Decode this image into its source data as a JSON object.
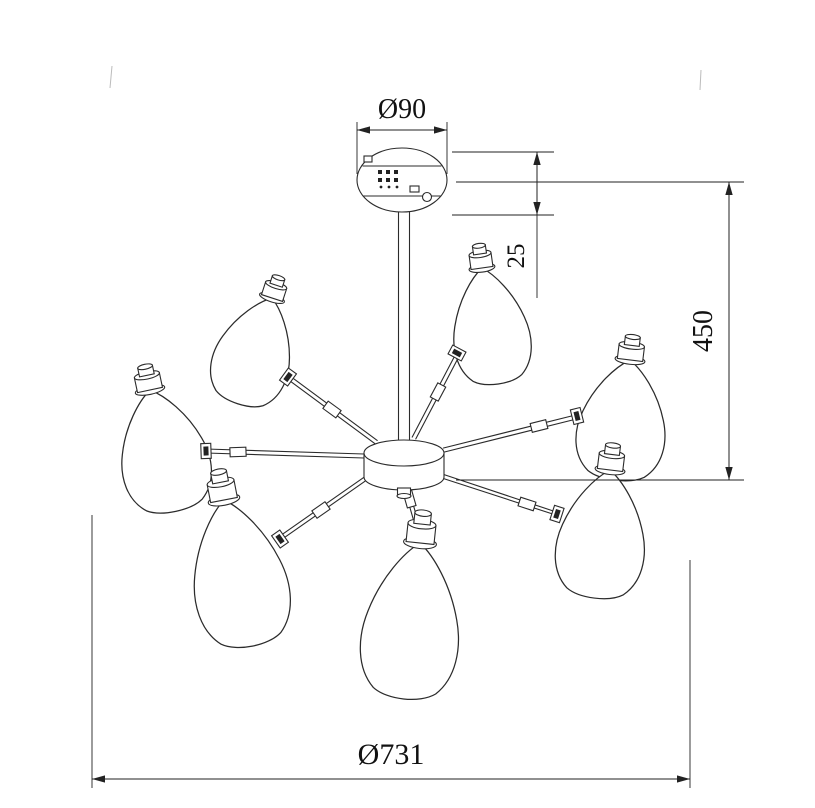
{
  "labels": {
    "canopy_diameter": "Ø90",
    "canopy_height": "25",
    "fixture_height": "450",
    "fixture_diameter": "Ø731"
  },
  "style": {
    "line_color": "#2b2b2b",
    "background": "#ffffff"
  },
  "shade_count": 7
}
